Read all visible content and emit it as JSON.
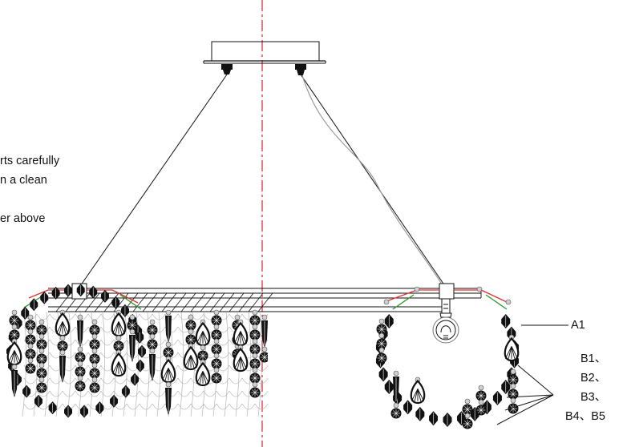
{
  "notes": {
    "line1": "rts carefully",
    "line2": "n a clean",
    "line3": "er above"
  },
  "callouts": {
    "a1": "A1",
    "b1": "B1、",
    "b2": "B2、",
    "b3": "B3、",
    "b45": "B4、B5"
  },
  "colors": {
    "centerline": "#e0202a",
    "wire": "#9a9a9a",
    "chain_red": "#e03030",
    "chain_green": "#2a9a2a",
    "crystal": "#111111"
  }
}
